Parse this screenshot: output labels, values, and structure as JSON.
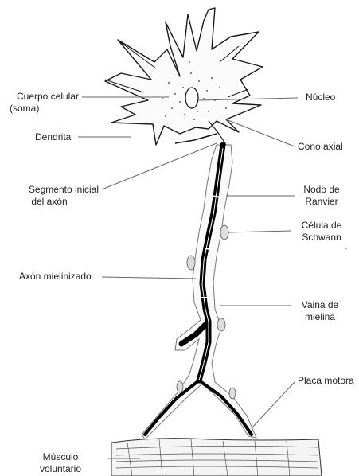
{
  "labels": {
    "cuerpo_celular": {
      "line1": "Cuerpo celular",
      "line2": "(soma)"
    },
    "dendrita": "Dendrita",
    "segmento_inicial": {
      "line1": "Segmento inicial",
      "line2": "del axón"
    },
    "axon_mielinizado": "Axón mielinizado",
    "musculo_voluntario": {
      "line1": "Músculo",
      "line2": "voluntario"
    },
    "nucleo": "Núcleo",
    "cono_axial": "Cono axial",
    "nodo_ranvier": {
      "line1": "Nodo de",
      "line2": "Ranvier"
    },
    "celula_schwann": {
      "line1": "Célula de",
      "line2": "Schwann"
    },
    "vaina_mielina": {
      "line1": "Vaina de",
      "line2": "mielina"
    },
    "placa_motora": "Placa motora"
  },
  "colors": {
    "ink": "#1a1a1a",
    "axon": "#000000",
    "leader": "#666666",
    "text": "#222222"
  }
}
